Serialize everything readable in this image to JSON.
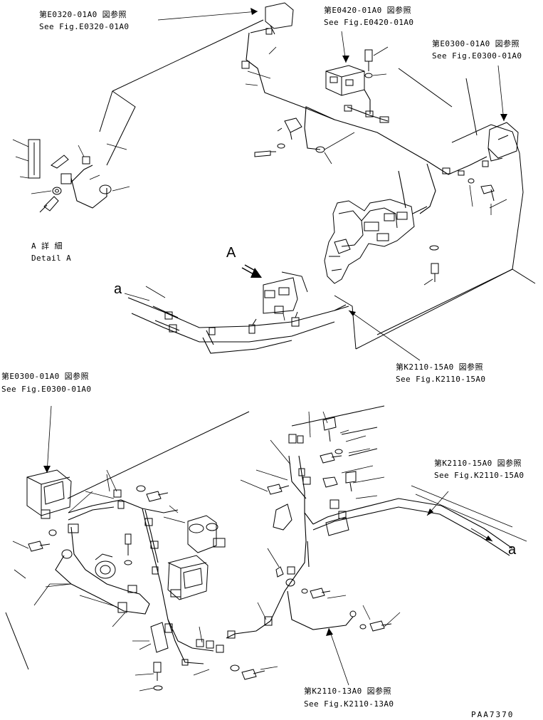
{
  "labels": {
    "ref_e0320_jp": "第E0320-01A0 図参照",
    "ref_e0320_en": "See Fig.E0320-01A0",
    "ref_e0420_jp": "第E0420-01A0 図参照",
    "ref_e0420_en": "See Fig.E0420-01A0",
    "ref_e0300_top_jp": "第E0300-01A0 図参照",
    "ref_e0300_top_en": "See Fig.E0300-01A0",
    "detail_a_jp": "A 詳 細",
    "detail_a_en": "Detail A",
    "view_a": "A",
    "conn_a_top": "a",
    "ref_k2110_15_top_jp": "第K2110-15A0 図参照",
    "ref_k2110_15_top_en": "See Fig.K2110-15A0",
    "ref_e0300_bottom_jp": "第E0300-01A0 図参照",
    "ref_e0300_bottom_en": "See Fig.E0300-01A0",
    "ref_k2110_15_right_jp": "第K2110-15A0 図参照",
    "ref_k2110_15_right_en": "See Fig.K2110-15A0",
    "conn_a_bottom": "a",
    "ref_k2110_13_jp": "第K2110-13A0 図参照",
    "ref_k2110_13_en": "See Fig.K2110-13A0",
    "drawing_number": "PAA7370"
  }
}
